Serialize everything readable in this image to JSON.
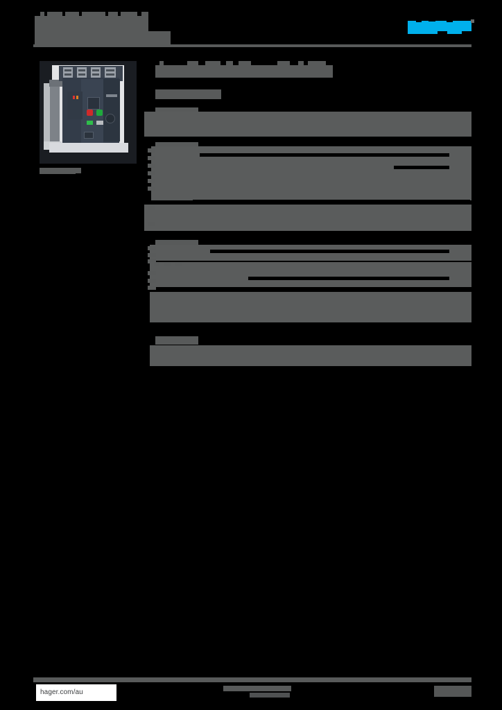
{
  "document": {
    "kind": "product-datasheet",
    "redacted": true,
    "page_background": "#000000",
    "redaction_color": "#585a5a",
    "brand_color": "#00b0ec"
  },
  "header": {
    "title_redacted": true,
    "title_lines": [
      "",
      "",
      ""
    ],
    "logo": {
      "name": "hager-logo",
      "color": "#00b0ec",
      "trademark_mark": true
    },
    "rule": {
      "color": "#585a5a"
    }
  },
  "product": {
    "photo_alt": "air-circuit-breaker",
    "caption": "",
    "caption_redacted": true
  },
  "main": {
    "heading": "",
    "subheading": "",
    "sections": [
      {
        "name": "intro-band",
        "title": "",
        "rows": [
          {
            "label": "",
            "value": "",
            "dotfill": false
          }
        ]
      },
      {
        "name": "characteristics",
        "title": "",
        "rows": [
          {
            "label": "",
            "value": "",
            "dotfill": true
          },
          {
            "label": "",
            "value": "",
            "dotfill": true
          },
          {
            "label": "",
            "value": "",
            "dotfill": false
          },
          {
            "label": "",
            "value": "",
            "dotfill": false
          },
          {
            "label": "",
            "value": "",
            "dotfill": false
          }
        ]
      },
      {
        "name": "ratings",
        "title": "",
        "rows": [
          {
            "label": "",
            "value": "",
            "dotfill": true
          },
          {
            "label": "",
            "value": "",
            "dotfill": false
          }
        ]
      },
      {
        "name": "protection",
        "title": "",
        "rows": [
          {
            "label": "",
            "value": "",
            "dotfill": true
          },
          {
            "label": "",
            "value": "",
            "dotfill": false
          },
          {
            "label": "",
            "value": "",
            "dotfill": true
          },
          {
            "label": "",
            "value": "",
            "dotfill": false
          }
        ]
      },
      {
        "name": "notes",
        "title": "",
        "rows": [
          {
            "label": "",
            "value": "",
            "dotfill": false
          }
        ]
      },
      {
        "name": "standards",
        "title": "",
        "rows": [
          {
            "label": "",
            "value": "",
            "dotfill": false
          }
        ]
      }
    ]
  },
  "footer": {
    "url": "hager.com/au",
    "center_note": "",
    "center_note_2": "",
    "page_number": ""
  }
}
